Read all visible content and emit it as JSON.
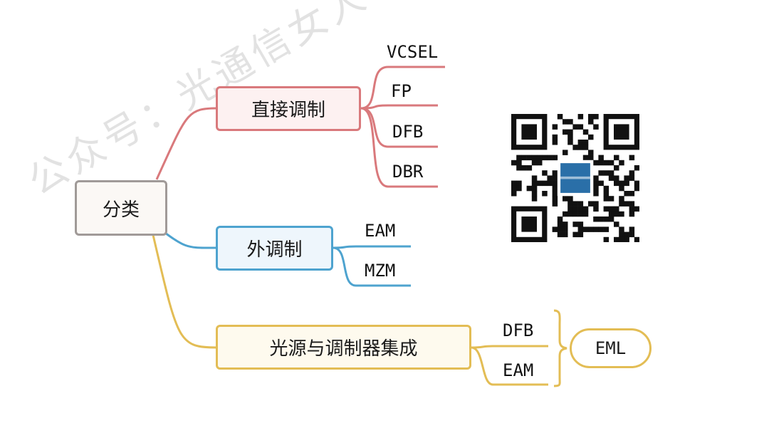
{
  "root": {
    "label": "分类",
    "border": "#a09a98",
    "fill": "#fbf8f5"
  },
  "branches": [
    {
      "id": "direct",
      "label": "直接调制",
      "color": "#d9797c",
      "fill": "#fdf1f1",
      "children": [
        "VCSEL",
        "FP",
        "DFB",
        "DBR"
      ]
    },
    {
      "id": "external",
      "label": "外调制",
      "color": "#4ea3cf",
      "fill": "#eef6fc",
      "children": [
        "EAM",
        "MZM"
      ]
    },
    {
      "id": "integrated",
      "label": "光源与调制器集成",
      "color": "#e3bd55",
      "fill": "#fefaee",
      "children": [
        "DFB",
        "EAM"
      ]
    }
  ],
  "summary": {
    "label": "EML",
    "color": "#e3bd55"
  },
  "watermark": "公众号：光通信女人",
  "qr": {
    "center_color": "#2a6fa8"
  }
}
